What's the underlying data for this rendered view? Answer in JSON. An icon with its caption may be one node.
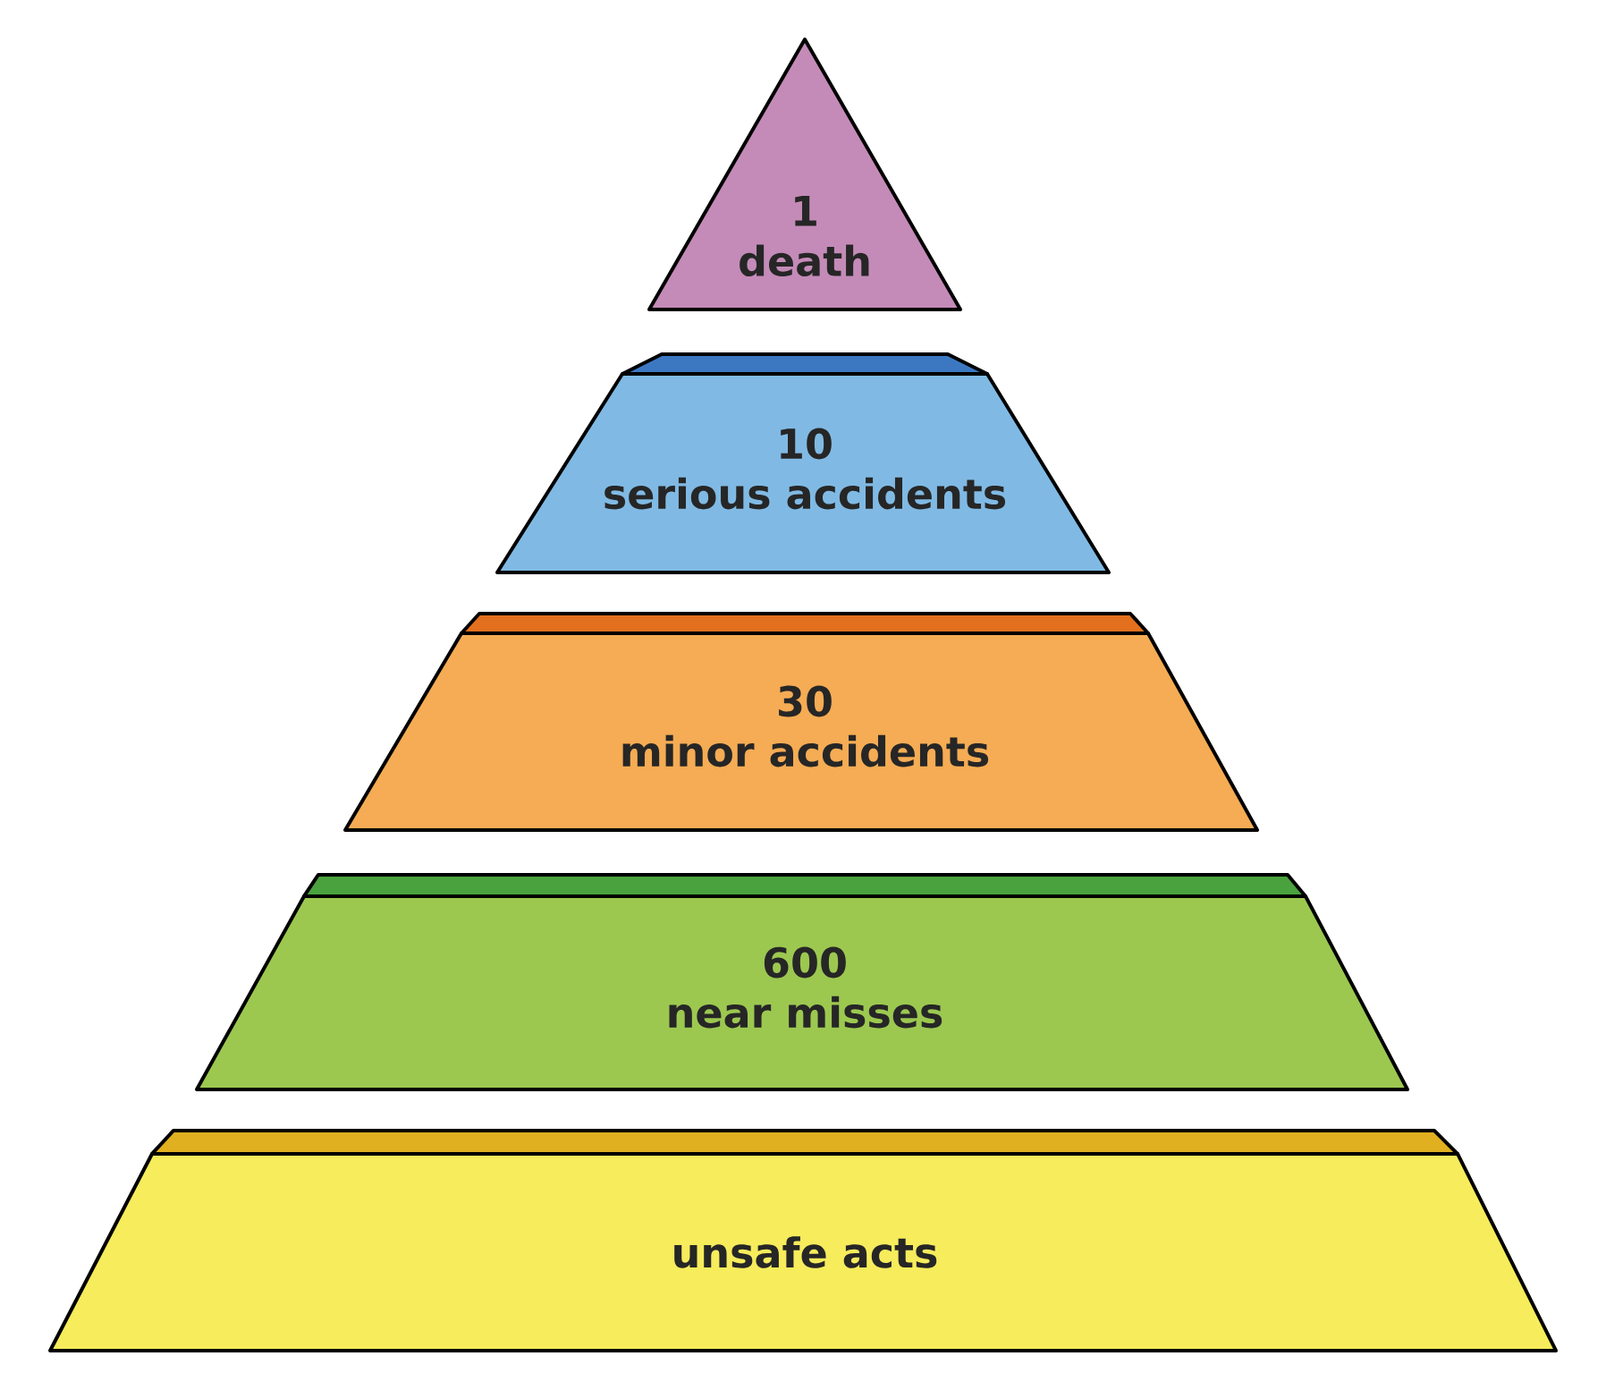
{
  "diagram": {
    "nodes": [
      {
        "text": [
          "1",
          "death"
        ]
      },
      {
        "text": [
          "10",
          "serious accidents"
        ]
      },
      {
        "text": [
          "30",
          "minor accidents"
        ]
      },
      {
        "text": [
          "600",
          "near misses"
        ]
      },
      {
        "text": [
          "unsafe acts"
        ]
      }
    ]
  }
}
